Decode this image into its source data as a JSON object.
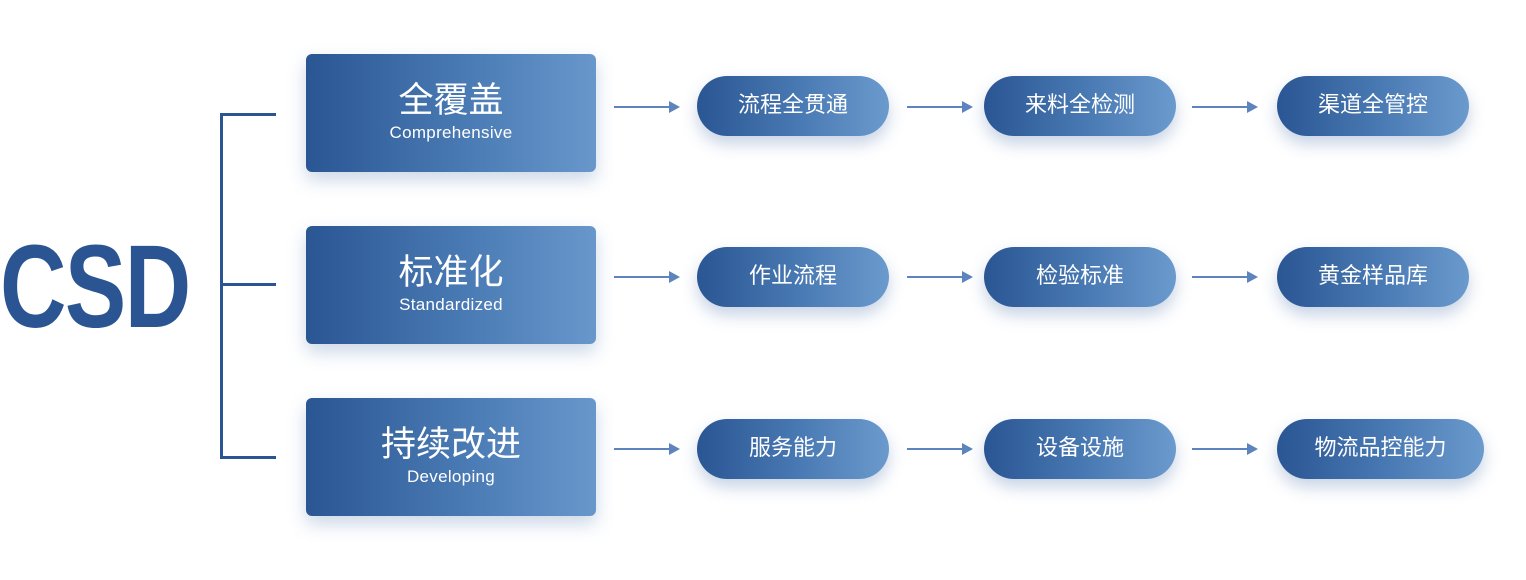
{
  "logo": {
    "text": "CSD"
  },
  "colors": {
    "primary": "#2b5592",
    "gradient_start": "#2a5693",
    "gradient_end": "#6797cb",
    "arrow": "#5d84bd"
  },
  "rows": [
    {
      "title": "全覆盖",
      "subtitle": "Comprehensive",
      "steps": [
        "流程全贯通",
        "来料全检测",
        "渠道全管控"
      ]
    },
    {
      "title": "标准化",
      "subtitle": "Standardized",
      "steps": [
        "作业流程",
        "检验标准",
        "黄金样品库"
      ]
    },
    {
      "title": "持续改进",
      "subtitle": "Developing",
      "steps": [
        "服务能力",
        "设备设施",
        "物流品控能力"
      ]
    }
  ]
}
